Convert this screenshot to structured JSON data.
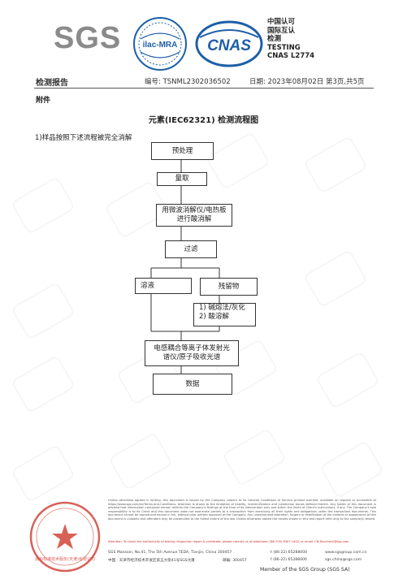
{
  "header": {
    "logo_sgs": "SGS",
    "logo_ilac": "ilac-MRA",
    "logo_cnas": "CNAS",
    "cnas_lines": [
      "中国认可",
      "国际互认",
      "检测",
      "TESTING",
      "CNAS L2774"
    ]
  },
  "report": {
    "title": "检测报告",
    "number": "编号: TSNML2302036502",
    "date": "日期: 2023年08月02日",
    "page": "第3页,共5页",
    "attachment": "附件"
  },
  "doc_title": "元素(IEC62321) 检测流程图",
  "note": "1)样品按照下述流程被完全消解",
  "flow": {
    "pretreatment": "预处理",
    "weighing": "量取",
    "digestion_line1": "用微波消解仪/电热板",
    "digestion_line2": "进行酸消解",
    "filter": "过滤",
    "solution": "溶液",
    "residue": "残留物",
    "residue_step1": "1) 碱熔法/灰化",
    "residue_step2": "2) 酸溶解",
    "icp_line1": "电感耦合等离子体发射光",
    "icp_line2": "谱仪/原子吸收光谱",
    "data": "数据"
  },
  "footer": {
    "disclaimer": "Unless otherwise agreed in writing, this document is issued by the Company subject to its General Conditions of Service printed overleaf, available on request or accessible at https://www.sgs.com/en/Terms-and-Conditions. Attention is drawn to the limitation of liability, indemnification and jurisdiction issues defined therein. Any holder of this document is advised that information contained hereon reflects the Company's findings at the time of its intervention only and within the limits of Client's instructions, if any. The Company's sole responsibility is to its Client and this document does not exonerate parties to a transaction from exercising all their rights and obligations under the transaction documents. This document cannot be reproduced except in full, without prior written approval of the Company. Any unauthorized alteration, forgery or falsification of the content or appearance of this document is unlawful and offenders may be prosecuted to the fullest extent of the law. Unless otherwise stated the results shown in this test report refer only to the sample(s) tested.",
    "attention": "Attention: To check the authenticity of testing /inspection report & certificate, please contact us at telephone: (86-755) 8307 1443, or email: CN.Doccheck@sgs.com",
    "address_en": "SGS Mansion, No.41, The 5th Avenue TEDA, Tianjin, China 300457",
    "address_cn": "中国 · 天津市经济技术开发区第五大街41号SGS大厦",
    "postcode_label": "邮编: 300457",
    "tel_en": "t (86-22) 65288000",
    "fax_en": "f (86-22) 65288000",
    "web": "www.sgsgroup.com.cn",
    "email": "sgs.china@sgs.com",
    "member": "Member of the SGS Group (SGS SA)",
    "seal_text": "通标标准技术服务(天津)有限公司"
  }
}
